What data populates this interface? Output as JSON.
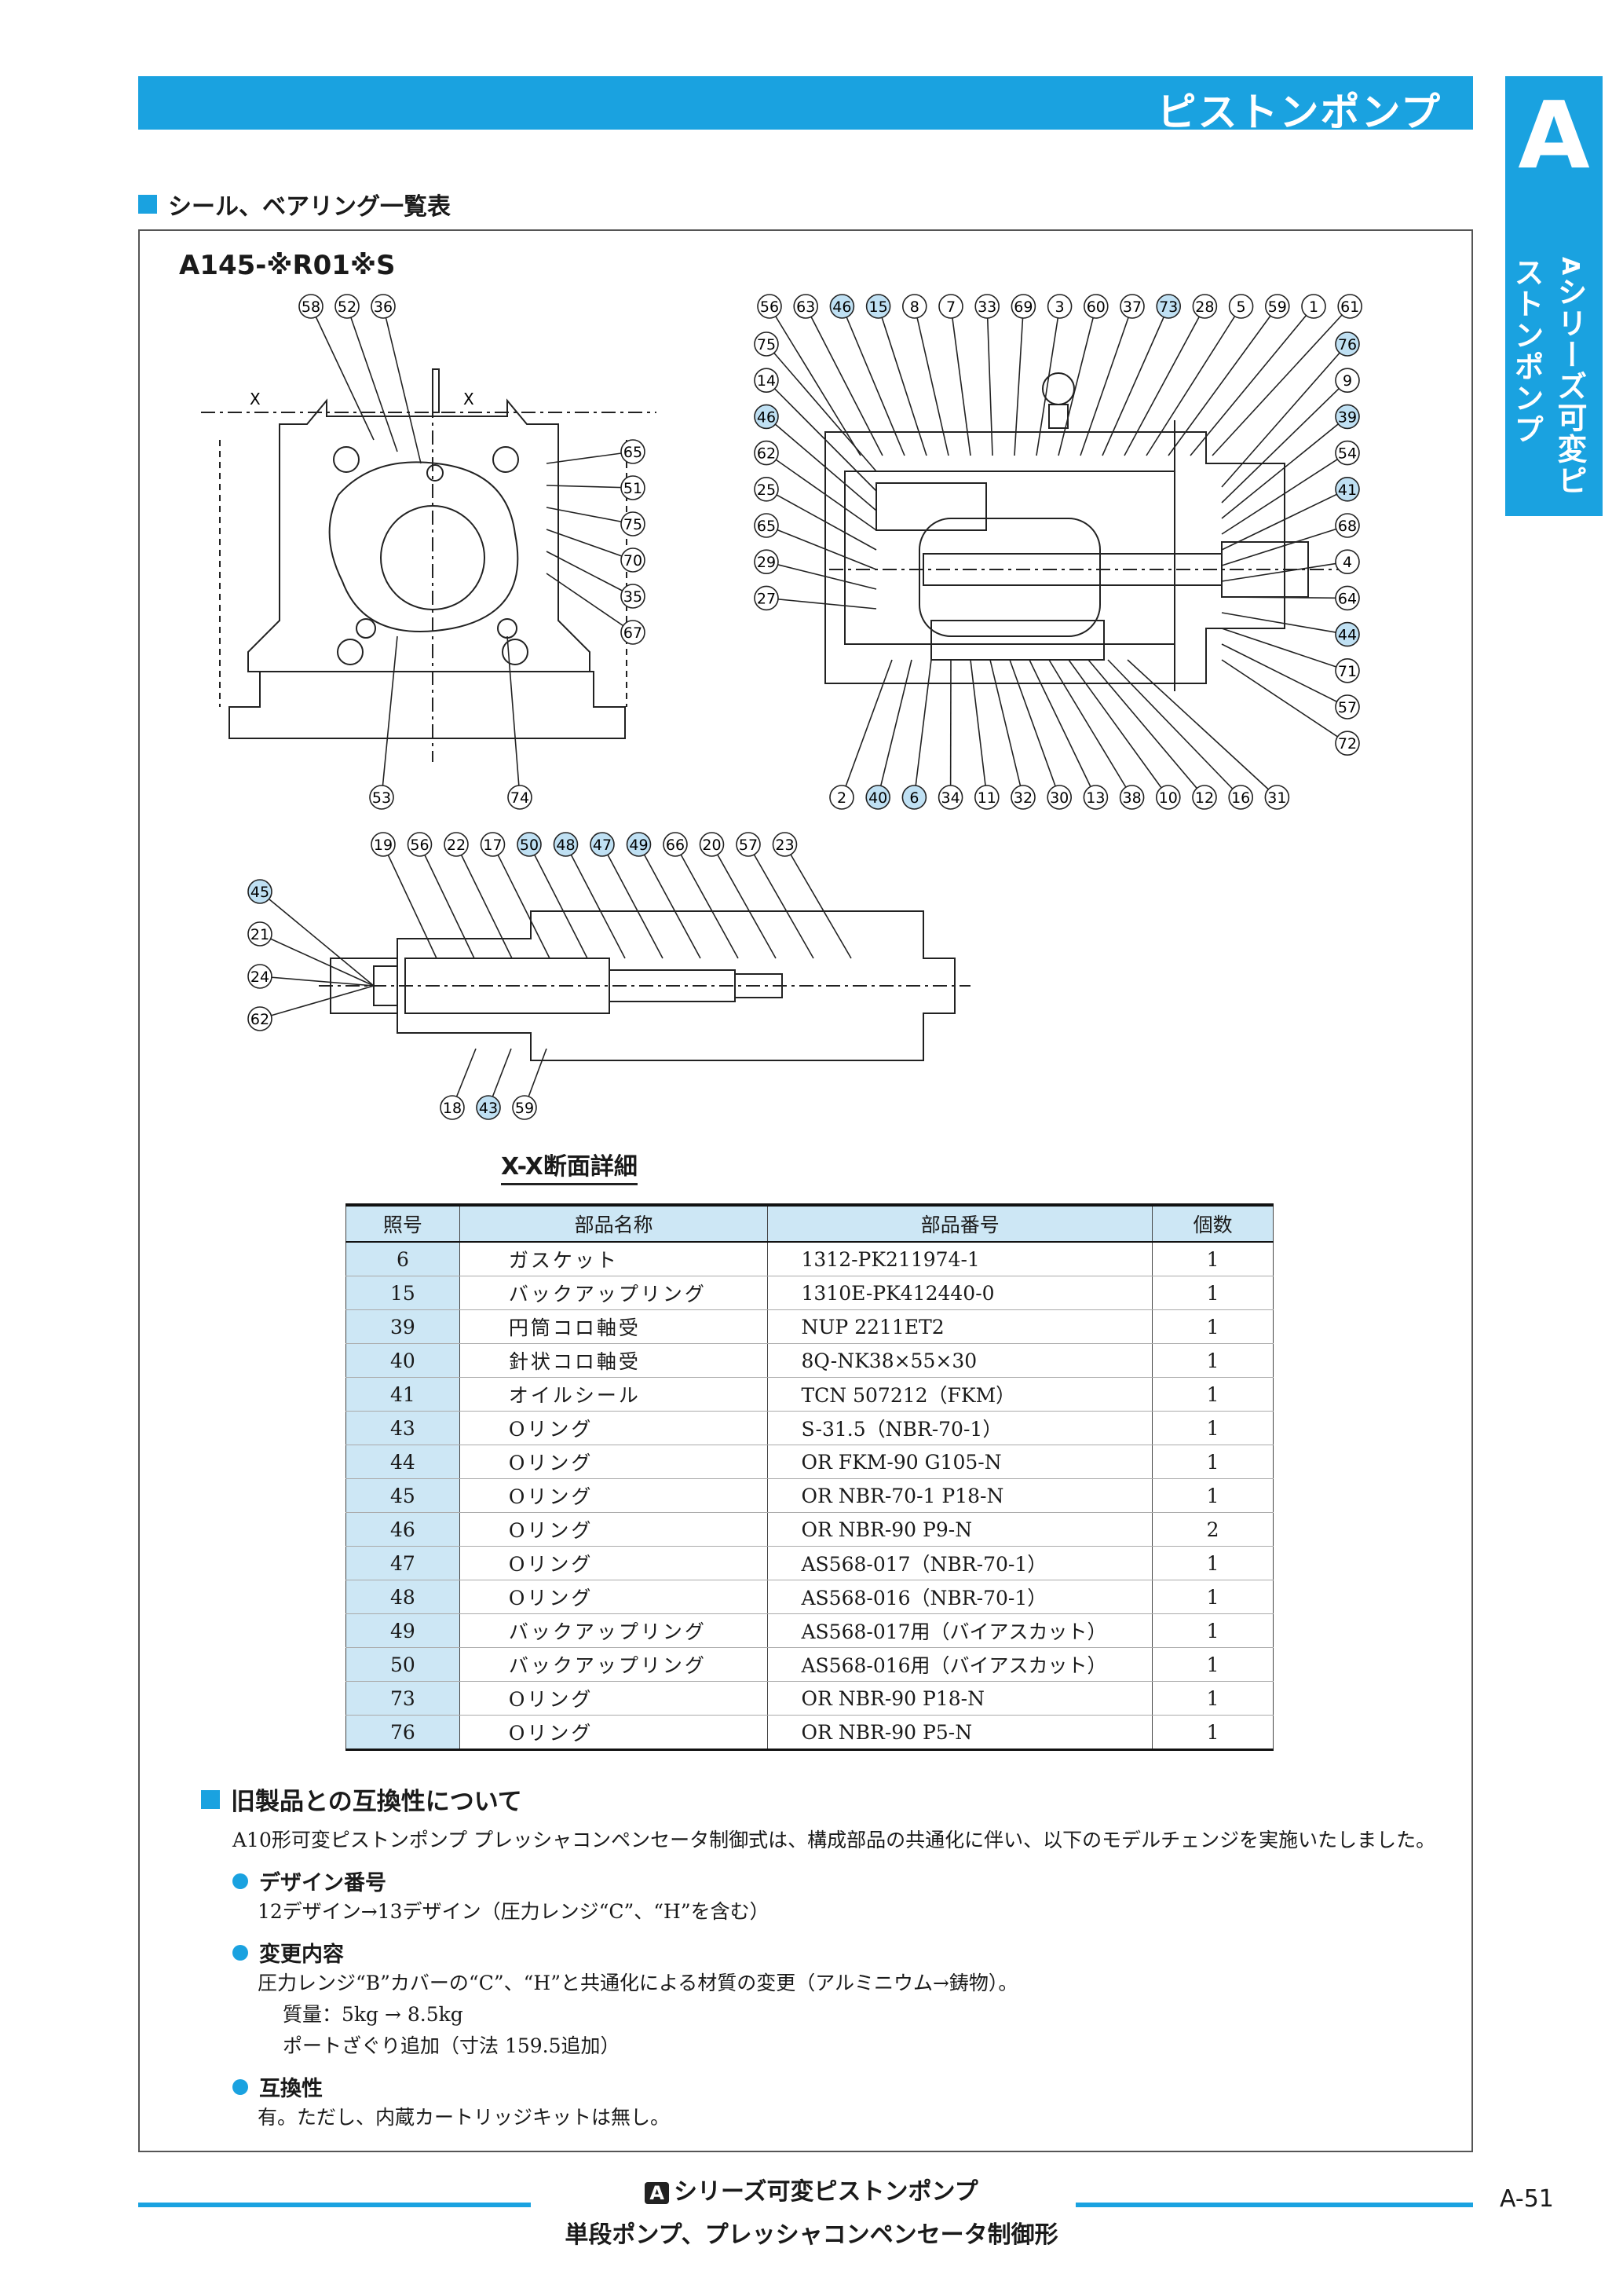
{
  "header": {
    "title": "ピストンポンプ"
  },
  "side_tab": {
    "letter": "A",
    "badge": "A",
    "text": "シリーズ可変ピストンポンプ"
  },
  "section": {
    "title": "シール、ベアリング一覧表"
  },
  "model": "A145-※R01※S",
  "xsection_caption": "X-X断面詳細",
  "diagram_labels": {
    "x_mark": "X",
    "left_top": [
      "58",
      "52",
      "36"
    ],
    "left_right": [
      "65",
      "51",
      "75",
      "70",
      "35",
      "67"
    ],
    "left_bottom": [
      "53",
      "74"
    ],
    "right_top": [
      "56",
      "63",
      "46",
      "15",
      "8",
      "7",
      "33",
      "69",
      "3",
      "60",
      "37",
      "73",
      "28",
      "5",
      "59",
      "1",
      "61"
    ],
    "right_left": [
      "75",
      "14",
      "46",
      "62",
      "25",
      "65",
      "29",
      "27"
    ],
    "right_right": [
      "76",
      "9",
      "39",
      "54",
      "41",
      "68",
      "4",
      "64",
      "44",
      "71",
      "57",
      "72"
    ],
    "right_bottom": [
      "2",
      "40",
      "6",
      "34",
      "11",
      "32",
      "30",
      "13",
      "38",
      "10",
      "12",
      "16",
      "31"
    ],
    "x_top": [
      "19",
      "56",
      "22",
      "17",
      "50",
      "48",
      "47",
      "49",
      "66",
      "20",
      "57",
      "23"
    ],
    "x_left": [
      "45",
      "21",
      "24",
      "62"
    ],
    "x_bottom": [
      "18",
      "43",
      "59"
    ],
    "highlighted": [
      "46",
      "15",
      "73",
      "76",
      "39",
      "41",
      "44",
      "40",
      "6",
      "50",
      "48",
      "47",
      "49",
      "45",
      "43"
    ]
  },
  "parts_table": {
    "headers": [
      "照号",
      "部品名称",
      "部品番号",
      "個数"
    ],
    "rows": [
      [
        "6",
        "ガスケット",
        "1312-PK211974-1",
        "1"
      ],
      [
        "15",
        "バックアップリング",
        "1310E-PK412440-0",
        "1"
      ],
      [
        "39",
        "円筒コロ軸受",
        "NUP 2211ET2",
        "1"
      ],
      [
        "40",
        "針状コロ軸受",
        "8Q-NK38×55×30",
        "1"
      ],
      [
        "41",
        "オイルシール",
        "TCN 507212（FKM）",
        "1"
      ],
      [
        "43",
        "Oリング",
        "S-31.5（NBR-70-1）",
        "1"
      ],
      [
        "44",
        "Oリング",
        "OR FKM-90 G105-N",
        "1"
      ],
      [
        "45",
        "Oリング",
        "OR NBR-70-1 P18-N",
        "1"
      ],
      [
        "46",
        "Oリング",
        "OR NBR-90 P9-N",
        "2"
      ],
      [
        "47",
        "Oリング",
        "AS568-017（NBR-70-1）",
        "1"
      ],
      [
        "48",
        "Oリング",
        "AS568-016（NBR-70-1）",
        "1"
      ],
      [
        "49",
        "バックアップリング",
        "AS568-017用（バイアスカット）",
        "1"
      ],
      [
        "50",
        "バックアップリング",
        "AS568-016用（バイアスカット）",
        "1"
      ],
      [
        "73",
        "Oリング",
        "OR NBR-90 P18-N",
        "1"
      ],
      [
        "76",
        "Oリング",
        "OR NBR-90 P5-N",
        "1"
      ]
    ]
  },
  "compat": {
    "title": "旧製品との互換性について",
    "intro": "A10形可変ピストンポンプ プレッシャコンペンセータ制御式は、構成部品の共通化に伴い、以下のモデルチェンジを実施いたしました。",
    "design_label": "デザイン番号",
    "design_text": "12デザイン→13デザイン（圧力レンジ“C”、“H”を含む）",
    "change_label": "変更内容",
    "change_text": "圧力レンジ“B”カバーの“C”、“H”と共通化による材質の変更（アルミニウム→鋳物）。",
    "mass_text": "質量：5kg → 8.5kg",
    "port_text": "ポートざぐり追加（寸法 159.5追加）",
    "interchange_label": "互換性",
    "interchange_text": "有。ただし、内蔵カートリッジキットは無し。"
  },
  "footer": {
    "badge": "A",
    "line1": "シリーズ可変ピストンポンプ",
    "line2": "単段ポンプ、プレッシャコンペンセータ制御形",
    "page": "A-51"
  },
  "colors": {
    "accent": "#1aa2e0",
    "table_shade": "#cde7f5",
    "highlight": "#bfe0f3"
  }
}
